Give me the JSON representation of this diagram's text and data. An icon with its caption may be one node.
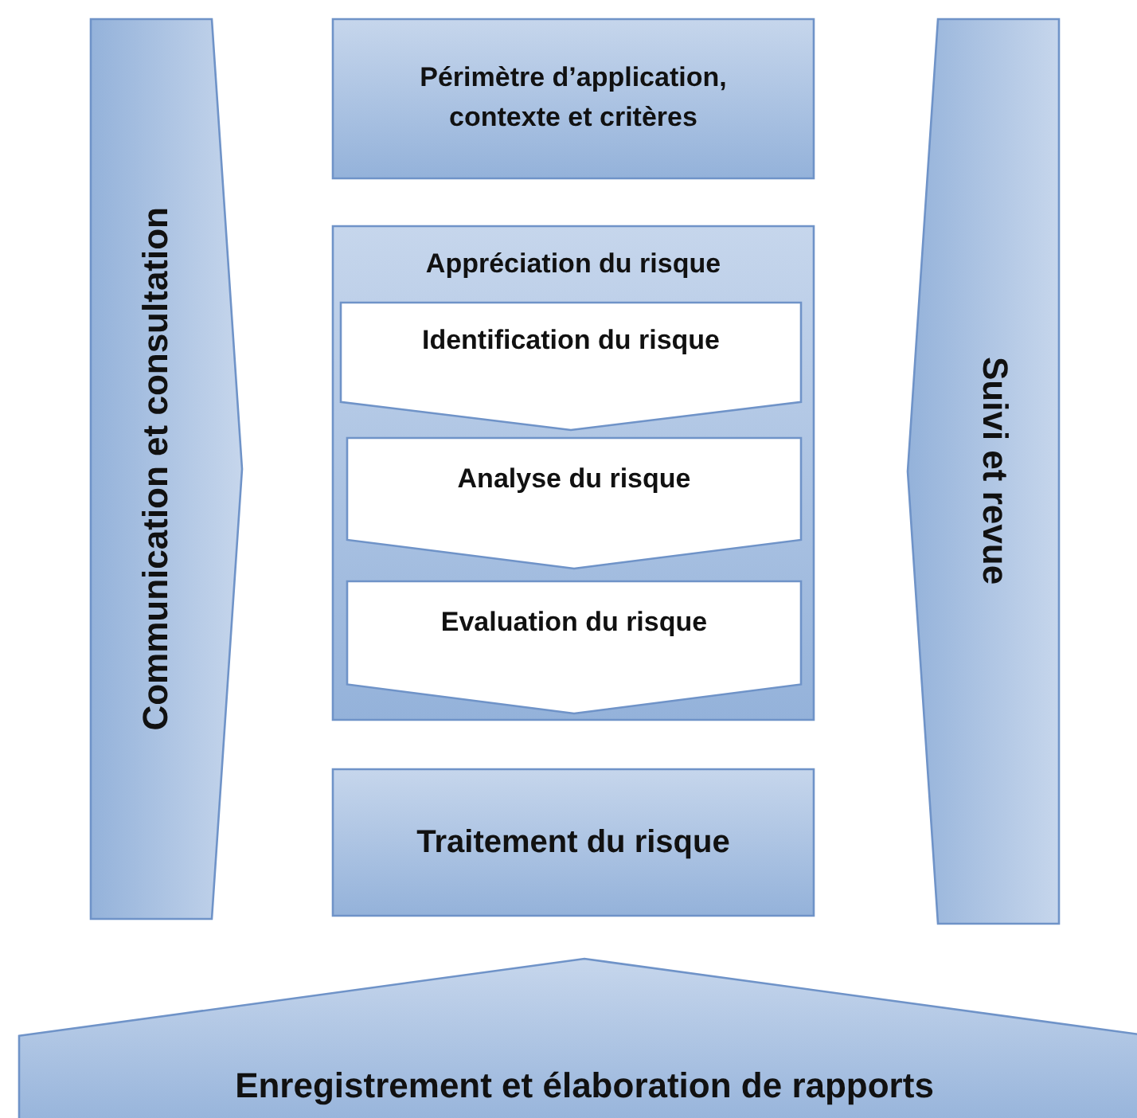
{
  "diagram": {
    "nodes": [
      {
        "text": [
          "Communication et consultation"
        ]
      },
      {
        "text": [
          "Périmètre d’application, contexte et critères"
        ]
      },
      {
        "text": [
          "Appréciation du risque"
        ]
      },
      {
        "text": [
          "Identification du risque"
        ],
        "in": 2
      },
      {
        "text": [
          "Analyse du risque"
        ],
        "in": 2
      },
      {
        "text": [
          "Evaluation du risque"
        ],
        "in": 2
      },
      {
        "text": [
          "Traitement du risque"
        ]
      },
      {
        "text": [
          "Suivi et revue"
        ]
      },
      {
        "text": [
          "Enregistrement et élaboration de rapports"
        ]
      }
    ]
  }
}
